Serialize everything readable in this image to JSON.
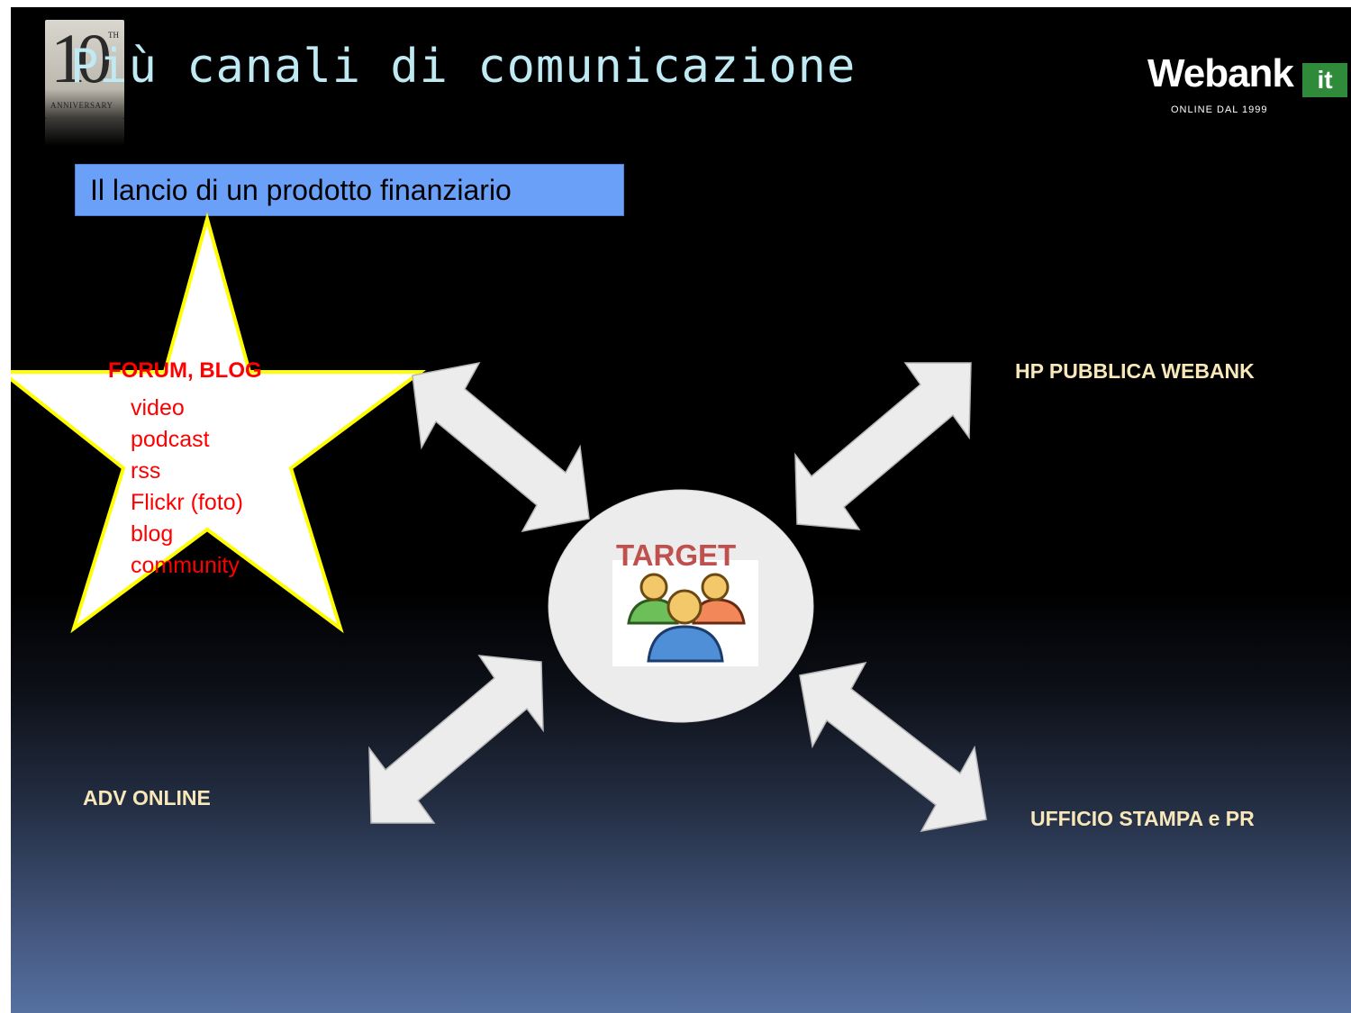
{
  "slide": {
    "title": "Più canali di comunicazione",
    "headline": "Il lancio di un prodotto finanziario"
  },
  "badge": {
    "number": "10",
    "superscript": "TH",
    "caption": "ANNIVERSARY"
  },
  "logo": {
    "brand": "Webank",
    "suffix": "it",
    "tagline": "ONLINE DAL 1999"
  },
  "center": {
    "label": "TARGET",
    "icon": "group-of-people-icon"
  },
  "star": {
    "title": "FORUM, BLOG",
    "items": [
      "video",
      "podcast",
      "rss",
      "Flickr (foto)",
      "blog",
      "community"
    ]
  },
  "channels": {
    "top_right": "HP PUBBLICA WEBANK",
    "bottom_left": "ADV ONLINE",
    "bottom_right": "UFFICIO STAMPA e PR"
  },
  "colors": {
    "title": "#bfe9f3",
    "headline_box": "#6aa0f8",
    "star_fill": "#ffffff",
    "star_border": "#ffff00",
    "star_text": "#ff0000",
    "channel_text": "#f8e7b8",
    "target_text": "#c0504d",
    "arrow_fill": "#ececec",
    "ellipse_fill": "#ececec"
  }
}
